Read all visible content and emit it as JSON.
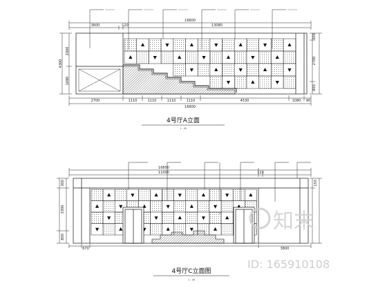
{
  "drawing_a": {
    "title": "4号厅A立面",
    "scale": "1 : 40",
    "overall_width": "16800",
    "top_dims": [
      "3600",
      "120",
      "13080"
    ],
    "bottom_dims": [
      "2700",
      "1110",
      "1110",
      "1110",
      "1110",
      "4530",
      "1080",
      "90"
    ],
    "left_dims": [
      "4300",
      "2000",
      "1690"
    ],
    "right_dims": [
      "300",
      "2700",
      "800"
    ]
  },
  "drawing_c": {
    "title": "4号厅C立面图",
    "scale": "1 : 40",
    "overall_width": "16800",
    "top_dims": [
      "11000",
      "120"
    ],
    "bottom_dims": [
      "670",
      "3800"
    ],
    "left_dims": [
      "300",
      "3300",
      "800"
    ],
    "right_dims": [
      "150"
    ]
  },
  "watermark": {
    "brand": "知末",
    "id_text": "ID: 165910108"
  }
}
